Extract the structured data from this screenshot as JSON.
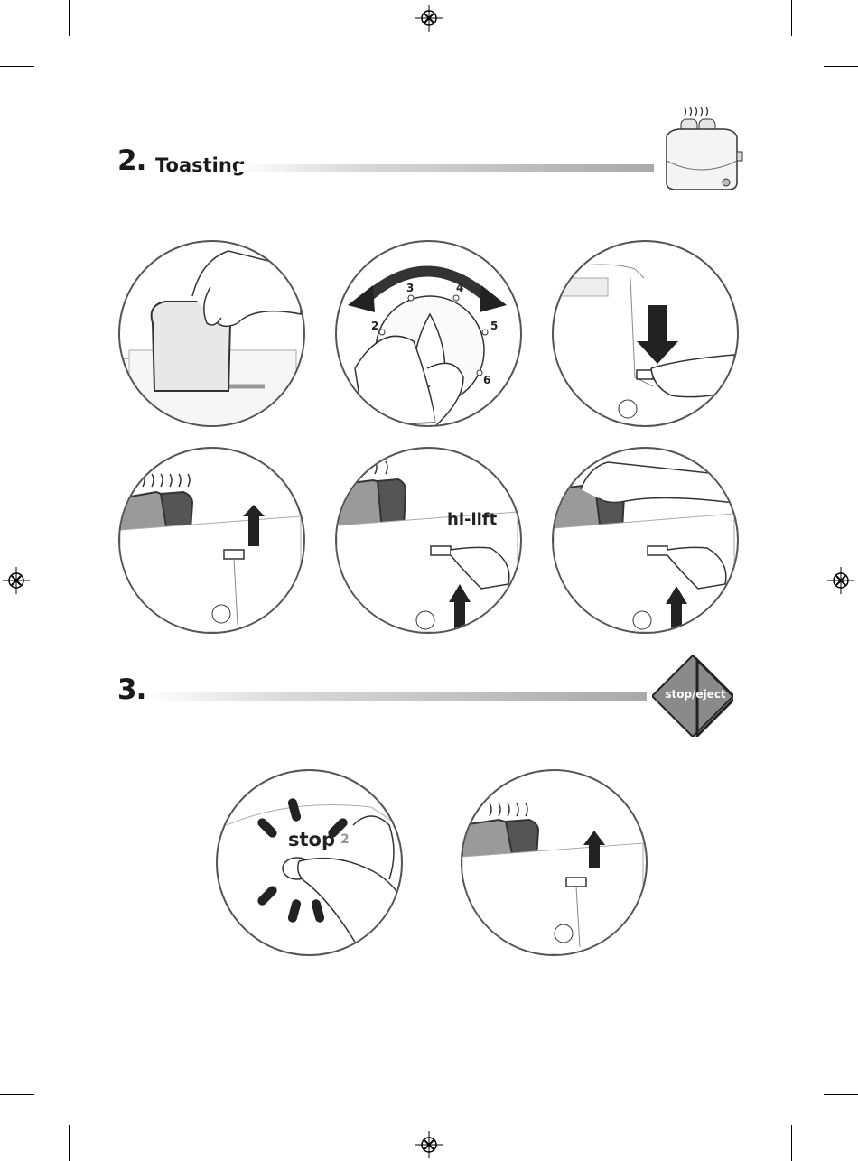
{
  "sections": [
    {
      "number": "2.",
      "title": "Toasting"
    },
    {
      "number": "3.",
      "title": ""
    }
  ],
  "dial": {
    "numbers": [
      "2",
      "3",
      "4",
      "5",
      "6"
    ]
  },
  "labels": {
    "hi_lift": "hi-lift",
    "stop": "stop",
    "stop_digit": "2",
    "stop_eject": "stop/eject"
  },
  "icons": [
    "toaster-icon",
    "toast-insert-icon",
    "browning-dial-icon",
    "lever-down-icon",
    "toast-popup-icon",
    "hi-lift-icon",
    "toast-remove-icon",
    "stop-button-icon",
    "toast-eject-icon",
    "registration-mark-icon"
  ],
  "colors": {
    "bar_dark": "#a9a9a9",
    "badge": "#8a8a8a",
    "outline": "#555555"
  }
}
